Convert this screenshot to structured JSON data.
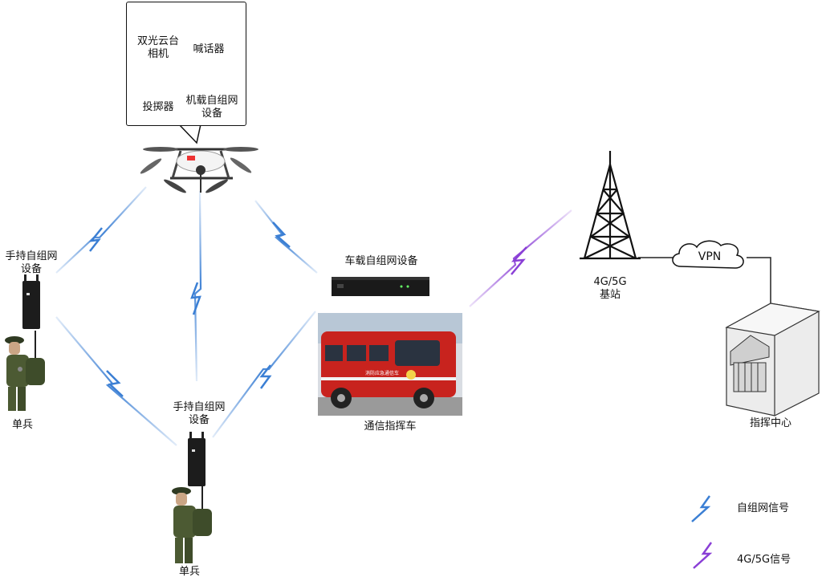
{
  "payload_callout": {
    "items": [
      {
        "id": "camera",
        "label_line1": "双光云台",
        "label_line2": "相机"
      },
      {
        "id": "speaker",
        "label_line1": "喊话器",
        "label_line2": ""
      },
      {
        "id": "dropper",
        "label_line1": "投掷器",
        "label_line2": ""
      },
      {
        "id": "airborne_mesh",
        "label_line1": "机载自组网",
        "label_line2": "设备"
      }
    ]
  },
  "nodes": {
    "left_handheld": {
      "label_line1": "手持自组网",
      "label_line2": "设备"
    },
    "left_soldier": {
      "label": "单兵"
    },
    "bottom_handheld": {
      "label_line1": "手持自组网",
      "label_line2": "设备"
    },
    "bottom_soldier": {
      "label": "单兵"
    },
    "vehicle_mesh": {
      "label": "车载自组网设备"
    },
    "command_vehicle": {
      "label": "通信指挥车",
      "vehicle_text": "消防应急通信车"
    },
    "base_station": {
      "label_line1": "4G/5G",
      "label_line2": "基站"
    },
    "vpn": {
      "label": "VPN"
    },
    "command_center": {
      "label": "指挥中心"
    }
  },
  "legend": {
    "mesh": {
      "label": "自组网信号",
      "color": "#3b7fd4"
    },
    "cellular": {
      "label": "4G/5G信号",
      "color": "#8a3fd6"
    }
  }
}
